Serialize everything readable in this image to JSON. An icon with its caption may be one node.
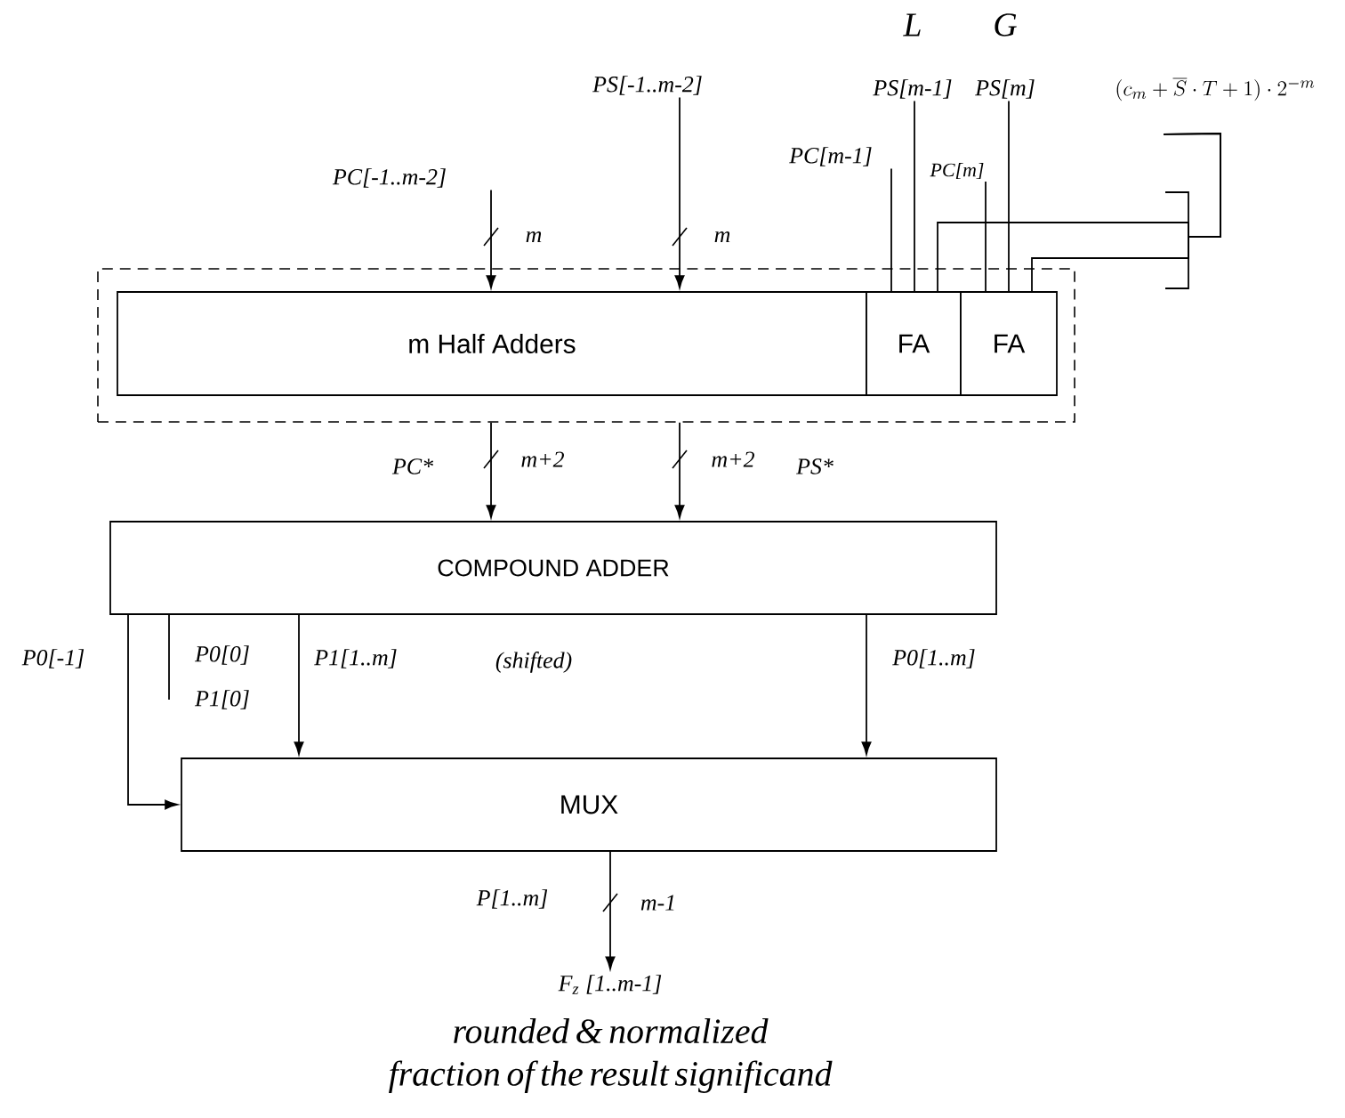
{
  "diagram": {
    "nodes": [
      {
        "text": [],
        "shape": "box"
      },
      {
        "text": [
          "m Half Adders"
        ],
        "in": 0
      },
      {
        "text": [
          "FA"
        ],
        "in": 0
      },
      {
        "text": [
          "FA"
        ],
        "in": 0
      },
      {
        "text": [
          "COMPOUND ADDER"
        ]
      },
      {
        "text": [
          "MUX"
        ]
      },
      {
        "text": [
          "PC[-1..m-2]"
        ]
      },
      {
        "text": [
          "PS[-1..m-2]"
        ]
      },
      {
        "text": [
          "PC[m-1]"
        ]
      },
      {
        "text": [
          "PS[m-1]"
        ],
        "beside": [
          "L"
        ]
      },
      {
        "text": [
          "PC[m]"
        ]
      },
      {
        "text": [
          "PS[m]"
        ],
        "beside": [
          "G"
        ]
      },
      {
        "text": [
          "(c_m+\\overline{S}\\cdot T+1)\\cdot 2^{-m}"
        ]
      },
      {
        "text": [
          "F$_{z}$ [1..m-1]"
        ],
        "beside": [
          "rounded & normalized fraction of the result significand"
        ]
      }
    ],
    "edges": [
      {
        "from": 6,
        "to": 1,
        "arrow": "to",
        "label": "m"
      },
      {
        "from": 7,
        "to": 1,
        "arrow": "to",
        "label": "m"
      },
      {
        "from": 8,
        "to": 2,
        "arrow": "none"
      },
      {
        "from": 9,
        "to": 2,
        "arrow": "none"
      },
      {
        "from": 10,
        "to": 3,
        "arrow": "none"
      },
      {
        "from": 11,
        "to": 3,
        "arrow": "none"
      },
      {
        "from": 12,
        "to": 2,
        "arrow": "none"
      },
      {
        "from": 12,
        "to": 3,
        "arrow": "none"
      },
      {
        "from": 0,
        "to": 4,
        "arrow": "to",
        "label": "m+2"
      },
      {
        "from": 0,
        "to": 4,
        "arrow": "to",
        "label": "m+2"
      },
      {
        "from": 4,
        "to": 5,
        "arrow": "to"
      },
      {
        "from": 4,
        "to": null,
        "arrow": "none"
      },
      {
        "from": 4,
        "to": 5,
        "arrow": "to"
      },
      {
        "from": 4,
        "to": 5,
        "arrow": "to"
      },
      {
        "from": 5,
        "to": 13,
        "arrow": "to",
        "label": "m-1"
      }
    ],
    "labels": [
      "PC*",
      "PS*",
      "P0[-1]",
      "P0[0]",
      "P1[0]",
      "P1[1..m]",
      "(shifted)",
      "P0[1..m]",
      "P[1..m]"
    ]
  }
}
